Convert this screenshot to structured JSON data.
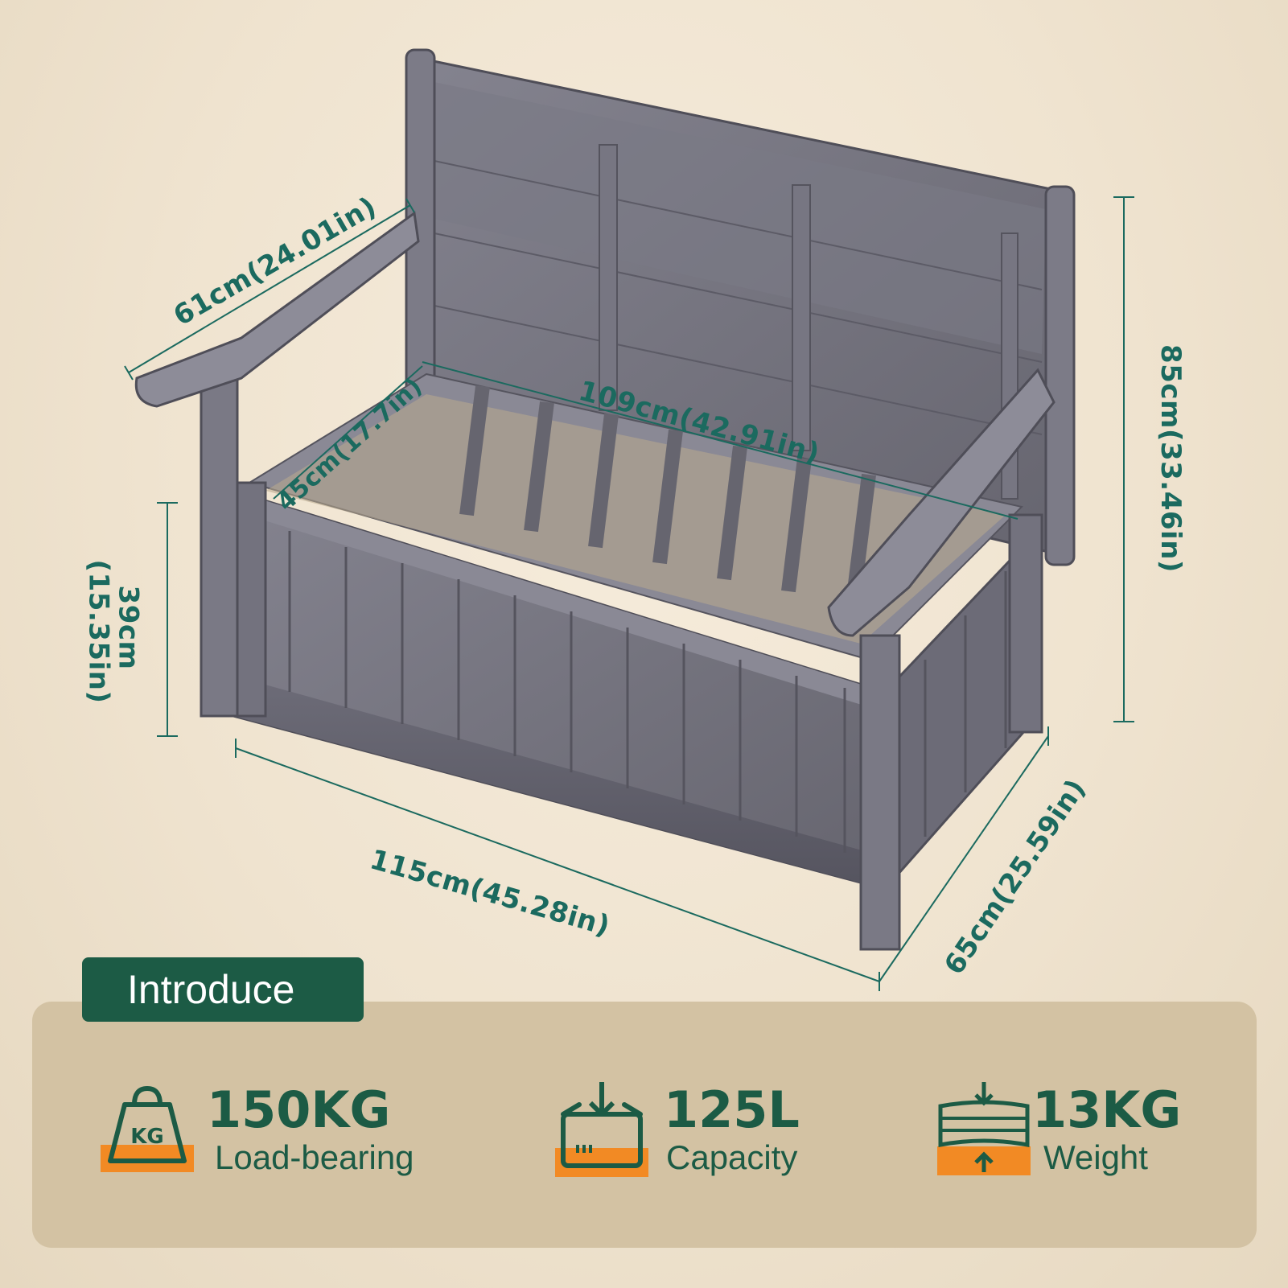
{
  "dimensions": {
    "back_width": "61cm(24.01in)",
    "seat_width": "109cm(42.91in)",
    "seat_depth": "45cm(17.7in)",
    "seat_height_cm": "39cm",
    "seat_height_in": "(15.35in)",
    "total_height": "85cm(33.46in)",
    "total_length": "115cm(45.28in)",
    "total_depth": "65cm(25.59in)"
  },
  "section": {
    "title": "Introduce"
  },
  "features": [
    {
      "icon": "kg-weight-icon",
      "value": "150KG",
      "label": "Load-bearing"
    },
    {
      "icon": "storage-box-icon",
      "value": "125L",
      "label": "Capacity"
    },
    {
      "icon": "compress-board-icon",
      "value": "13KG",
      "label": "Weight"
    }
  ],
  "colors": {
    "accent_green": "#1c5b45",
    "dimension_teal": "#1b6a5f",
    "highlight_orange": "#f28a24",
    "bench_gray": "#6f6f7d",
    "panel_beige": "#d3c2a3"
  }
}
